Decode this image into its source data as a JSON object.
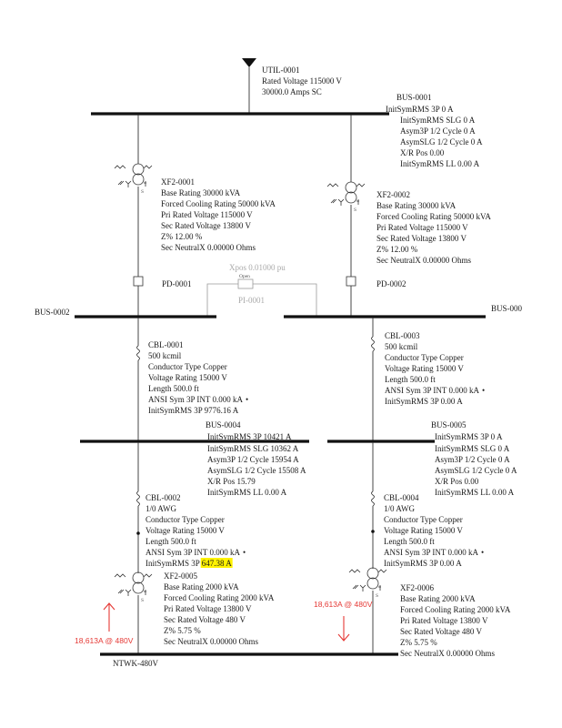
{
  "utility": {
    "id": "UTIL-0001",
    "lines": [
      "Rated Voltage 115000 V",
      "30000.0 Amps SC"
    ]
  },
  "buses": {
    "bus_0001": {
      "id": "BUS-0001",
      "lines": [
        "InitSymRMS 3P 0 A",
        "InitSymRMS SLG 0 A",
        "Asym3P 1/2 Cycle 0 A",
        "AsymSLG 1/2 Cycle 0 A",
        "X/R Pos 0.00",
        "InitSymRMS LL 0.00 A"
      ]
    },
    "bus_0002": {
      "id": "BUS-0002"
    },
    "bus_000": {
      "id": "BUS-000"
    },
    "bus_0004": {
      "id": "BUS-0004",
      "lines": [
        "InitSymRMS 3P 10421 A",
        "InitSymRMS SLG 10362 A",
        "Asym3P 1/2 Cycle 15954 A",
        "AsymSLG 1/2 Cycle 15508 A",
        "X/R Pos 15.79",
        "InitSymRMS LL 0.00 A"
      ]
    },
    "bus_0005": {
      "id": "BUS-0005",
      "lines": [
        "InitSymRMS 3P 0 A",
        "InitSymRMS SLG 0 A",
        "Asym3P 1/2 Cycle 0 A",
        "AsymSLG 1/2 Cycle 0 A",
        "X/R Pos 0.00",
        "InitSymRMS LL 0.00 A"
      ]
    },
    "ntwk": {
      "id": "NTWK-480V"
    }
  },
  "transformers": {
    "xf2_0001": {
      "id": "XF2-0001",
      "lines": [
        "Base Rating 30000 kVA",
        "Forced Cooling Rating 50000 kVA",
        "Pri Rated Voltage 115000 V",
        "Sec Rated Voltage 13800 V",
        "Z% 12.00 %",
        "Sec NeutralX 0.00000 Ohms"
      ]
    },
    "xf2_0002": {
      "id": "XF2-0002",
      "lines": [
        "Base Rating 30000 kVA",
        "Forced Cooling Rating 50000 kVA",
        "Pri Rated Voltage 115000 V",
        "Sec Rated Voltage 13800 V",
        "Z% 12.00 %",
        "Sec NeutralX 0.00000 Ohms"
      ]
    },
    "xf2_0005": {
      "id": "XF2-0005",
      "lines": [
        "Base Rating 2000 kVA",
        "Forced Cooling Rating 2000 kVA",
        "Pri Rated Voltage 13800 V",
        "Sec Rated Voltage 480 V",
        "Z% 5.75 %",
        "Sec NeutralX 0.00000 Ohms"
      ]
    },
    "xf2_0006": {
      "id": "XF2-0006",
      "lines": [
        "Base Rating 2000 kVA",
        "Forced Cooling Rating 2000 kVA",
        "Pri Rated Voltage 13800 V",
        "Sec Rated Voltage 480 V",
        "Z% 5.75 %",
        "Sec NeutralX 0.00000 Ohms"
      ]
    }
  },
  "protective_devices": {
    "pd_0001": {
      "id": "PD-0001"
    },
    "pd_0002": {
      "id": "PD-0002"
    }
  },
  "tie": {
    "xpos_label": "Xpos 0.01000 pu",
    "state_label": "Open",
    "id": "PI-0001"
  },
  "cables": {
    "cbl_0001": {
      "id": "CBL-0001",
      "lines": [
        "500 kcmil",
        "Conductor Type Copper",
        "Voltage Rating 15000 V",
        "Length 500.0 ft",
        "ANSI Sym 3P INT 0.000 kA",
        "InitSymRMS 3P 9776.16 A"
      ]
    },
    "cbl_0003": {
      "id": "CBL-0003",
      "lines": [
        "500 kcmil",
        "Conductor Type Copper",
        "Voltage Rating 15000 V",
        "Length 500.0 ft",
        "ANSI Sym 3P INT 0.000 kA",
        "InitSymRMS 3P 0.00 A"
      ]
    },
    "cbl_0002": {
      "id": "CBL-0002",
      "lines": [
        "1/0 AWG",
        "Conductor Type Copper",
        "Voltage Rating 15000 V",
        "Length 500.0 ft",
        "ANSI Sym 3P INT 0.000 kA"
      ],
      "last_prefix": "InitSymRMS 3P ",
      "last_highlight": "647.38 A",
      "highlight_color": "#fff200"
    },
    "cbl_0004": {
      "id": "CBL-0004",
      "lines": [
        "1/0 AWG",
        "Conductor Type Copper",
        "Voltage Rating 15000 V",
        "Length 500.0 ft",
        "ANSI Sym 3P INT 0.000 kA",
        "InitSymRMS 3P 0.00 A"
      ]
    }
  },
  "annotations": {
    "left_fault": "18,613A @ 480V",
    "right_fault": "18,613A @ 480V",
    "annotation_color": "#e53935"
  },
  "symbols": {
    "bullet": "•",
    "transformer_secondary_mark": "S"
  }
}
